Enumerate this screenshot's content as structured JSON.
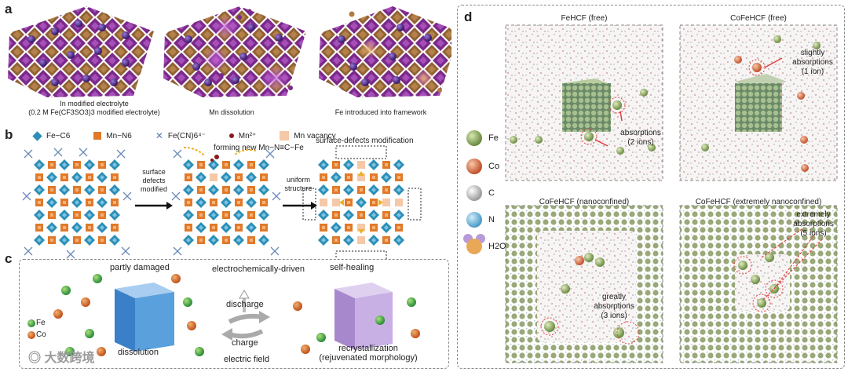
{
  "panels": {
    "a": {
      "label": "a",
      "captions": [
        {
          "line1": "In modified electrolyte",
          "line2": "(0.2 M Fe(CF3SO3)3 modified electrolyte)"
        },
        {
          "line1": "Mn dissolution",
          "line2": ""
        },
        {
          "line1": "Fe introduced into framework",
          "line2": ""
        }
      ]
    },
    "b": {
      "label": "b",
      "legend": {
        "fec6": "Fe−C6",
        "mnn6": "Mn−N6",
        "fecn": "Fe(CN)6⁴⁻",
        "mn2": "Mn²⁺",
        "vacancy": "Mn vacancy"
      },
      "forming_label": "forming new Mn−N≡C−Fe",
      "arrow1": {
        "line1": "surface",
        "line2": "defects",
        "line3": "modified"
      },
      "arrow2": {
        "line1": "uniform",
        "line2": "structure"
      },
      "surface_mod": "surface-defects modification"
    },
    "c": {
      "label": "c",
      "partly_damaged": "partly damaged",
      "dissolution": "dissolution",
      "electro_driven": "electrochemically-driven",
      "discharge": "discharge",
      "charge": "charge",
      "electric_field": "electric field",
      "self_healing": "self-healing",
      "recryst_line1": "recrystallization",
      "recryst_line2": "(rejuvenated morphology)",
      "legend_fe": "Fe",
      "legend_co": "Co"
    },
    "d": {
      "label": "d",
      "titles": {
        "fehcf_free": "FeHCF (free)",
        "cofehcf_free": "CoFeHCF (free)",
        "cofehcf_nano": "CoFeHCF (nanoconfined)",
        "cofehcf_extreme": "CoFeHCF (extremely nanoconfined)"
      },
      "annotations": {
        "fehcf": {
          "line1": "absorptions",
          "line2": "(2 ions)"
        },
        "cofehcf": {
          "line1": "slightly",
          "line2": "absorptions",
          "line3": "(1 ion)"
        },
        "nano": {
          "line1": "greatly",
          "line2": "absorptions",
          "line3": "(3 ions)"
        },
        "extreme": {
          "line1": "extremely",
          "line2": "absorptions",
          "line3": "(5 ions)"
        }
      },
      "legend": {
        "fe": "Fe",
        "co": "Co",
        "c": "C",
        "n": "N",
        "h2o": "H2O"
      }
    },
    "watermark": "大数跨境"
  },
  "colors": {
    "purple": "#7b2a8a",
    "brown": "#8a5a2a",
    "teal": "#2c8fb8",
    "orange": "#e07a2a",
    "fe_green": "#7aa860",
    "co_orange": "#d9744a",
    "cube_blue": "#5aa0dc",
    "cube_purple": "#b89ad8"
  }
}
